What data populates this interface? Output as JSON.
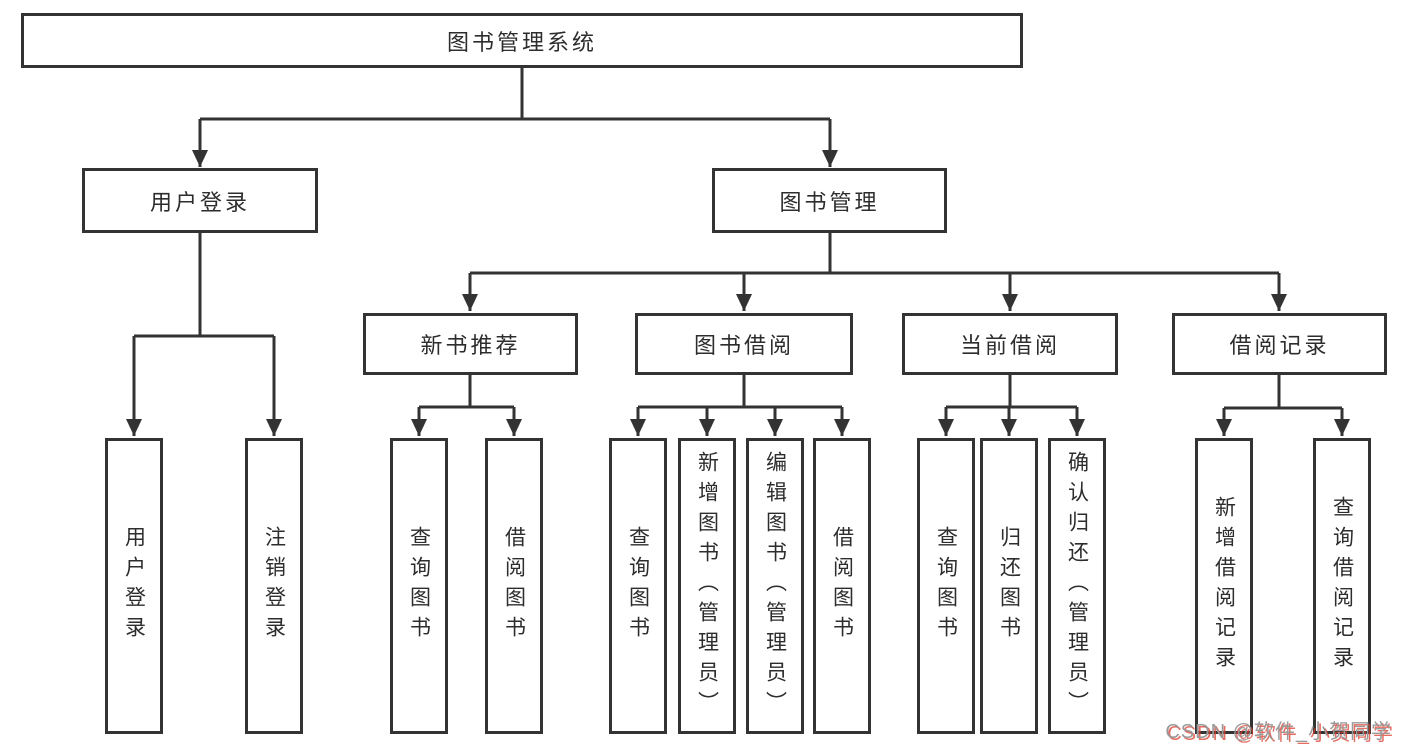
{
  "diagram": {
    "root": {
      "label": "图书管理系统"
    },
    "level2": [
      {
        "label": "用户登录"
      },
      {
        "label": "图书管理"
      }
    ],
    "level3": [
      {
        "label": "新书推荐"
      },
      {
        "label": "图书借阅"
      },
      {
        "label": "当前借阅"
      },
      {
        "label": "借阅记录"
      }
    ],
    "leaves": [
      {
        "label": "用户登录"
      },
      {
        "label": "注销登录"
      },
      {
        "label": "查询图书"
      },
      {
        "label": "借阅图书"
      },
      {
        "label": "查询图书"
      },
      {
        "label": "新增图书（管理员）"
      },
      {
        "label": "编辑图书（管理员）"
      },
      {
        "label": "借阅图书"
      },
      {
        "label": "查询图书"
      },
      {
        "label": "归还图书"
      },
      {
        "label": "确认归还（管理员）"
      },
      {
        "label": "新增借阅记录"
      },
      {
        "label": "查询借阅记录"
      }
    ]
  },
  "watermark": {
    "text": "CSDN @软件_小贺同学"
  },
  "colors": {
    "line": "#333333",
    "box_border": "#333333",
    "box_fill": "#ffffff",
    "text": "#2d2d2d",
    "watermark_gray": "#9a9a9a",
    "watermark_red": "#de3c2c",
    "background": "#ffffff"
  }
}
